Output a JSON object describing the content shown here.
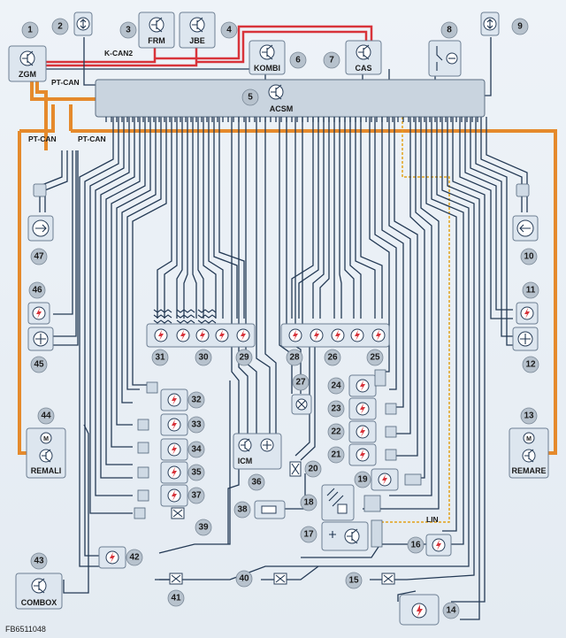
{
  "figure_id": "FB6511048",
  "bus_labels": {
    "kcan2": "K-CAN2",
    "ptcan_top": "PT-CAN",
    "ptcan_left1": "PT-CAN",
    "ptcan_left2": "PT-CAN",
    "lin": "LIN"
  },
  "units": {
    "zgm": "ZGM",
    "frm": "FRM",
    "jbe": "JBE",
    "kombi": "KOMBI",
    "cas": "CAS",
    "acsm": "ACSM",
    "icm": "ICM",
    "remali": "REMALI",
    "remare": "REMARE",
    "combox": "COMBOX"
  },
  "numbers": {
    "n1": "1",
    "n2": "2",
    "n3": "3",
    "n4": "4",
    "n5": "5",
    "n6": "6",
    "n7": "7",
    "n8": "8",
    "n9": "9",
    "n10": "10",
    "n11": "11",
    "n12": "12",
    "n13": "13",
    "n14": "14",
    "n15": "15",
    "n16": "16",
    "n17": "17",
    "n18": "18",
    "n19": "19",
    "n20": "20",
    "n21": "21",
    "n22": "22",
    "n23": "23",
    "n24": "24",
    "n25": "25",
    "n26": "26",
    "n27": "27",
    "n28": "28",
    "n29": "29",
    "n30": "30",
    "n31": "31",
    "n32": "32",
    "n33": "33",
    "n34": "34",
    "n35": "35",
    "n36": "36",
    "n37": "37",
    "n38": "38",
    "n39": "39",
    "n40": "40",
    "n41": "41",
    "n42": "42",
    "n43": "43",
    "n44": "44",
    "n45": "45",
    "n46": "46",
    "n47": "47"
  },
  "colors": {
    "ptcan": "#e58a2c",
    "kcan2": "#d8333a",
    "lin": "#e3a21a",
    "wiring": "#243a55",
    "background": "#e9eff5"
  }
}
